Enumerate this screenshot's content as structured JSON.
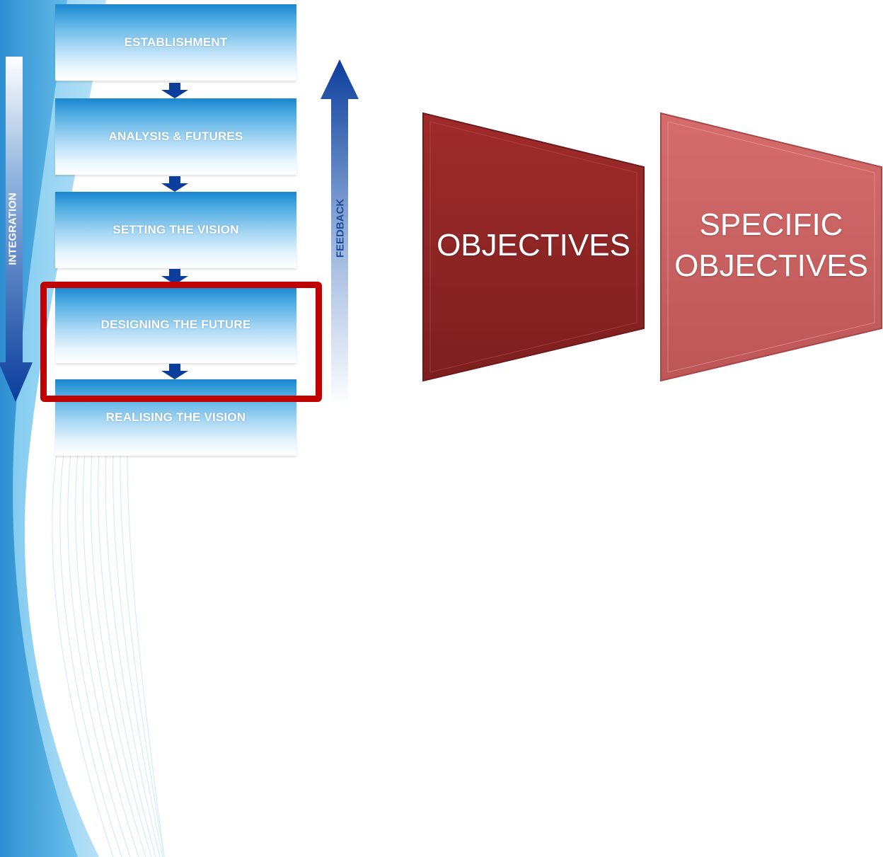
{
  "process": {
    "steps": [
      {
        "label": "ESTABLISHMENT"
      },
      {
        "label": "ANALYSIS & FUTURES"
      },
      {
        "label": "SETTING THE VISION"
      },
      {
        "label": "DESIGNING THE FUTURE"
      },
      {
        "label": "REALISING THE VISION"
      }
    ],
    "integration_label": "INTEGRATION",
    "feedback_label": "FEEDBACK",
    "highlighted_step": "DESIGNING THE FUTURE"
  },
  "flow": {
    "boxes": [
      {
        "label": "OBJECTIVES"
      },
      {
        "label": "SPECIFIC OBJECTIVES"
      }
    ]
  },
  "colors": {
    "step_box_top": "#1a86cf",
    "arrow_blue": "#0a3d9c",
    "highlight_red": "#c00000",
    "objectives_fill": "#8f2424",
    "specific_objectives_fill": "#cf6464",
    "background_wave": "#3d9ad6"
  }
}
